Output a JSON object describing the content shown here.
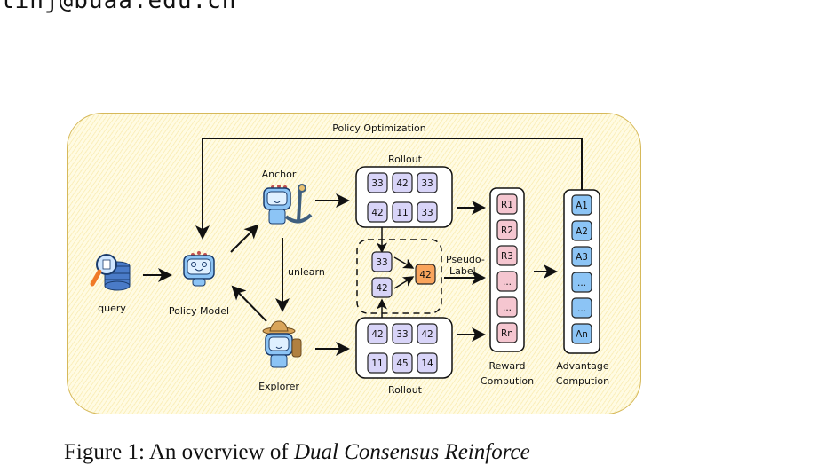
{
  "header": {
    "email_fragment": "linj@buaa.edu.cn"
  },
  "figure": {
    "top_label": "Policy Optimization",
    "query_label": "query",
    "policy_label": "Policy Model",
    "anchor_label": "Anchor",
    "explorer_label": "Explorer",
    "unlearn_label": "unlearn",
    "rollout_top_label": "Rollout",
    "rollout_bottom_label": "Rollout",
    "rollout_top": [
      "33",
      "42",
      "33",
      "42",
      "11",
      "33"
    ],
    "rollout_bottom": [
      "42",
      "33",
      "42",
      "11",
      "45",
      "14"
    ],
    "consensus_inputs": [
      "33",
      "42"
    ],
    "consensus_output": "42",
    "pseudo_label_line1": "Pseudo-",
    "pseudo_label_line2": "Label",
    "rewards": [
      "R1",
      "R2",
      "R3",
      "...",
      "...",
      "Rn"
    ],
    "advantages": [
      "A1",
      "A2",
      "A3",
      "...",
      "...",
      "An"
    ],
    "reward_label_line1": "Reward",
    "reward_label_line2": "Compution",
    "advantage_label_line1": "Advantage",
    "advantage_label_line2": "Compution",
    "colors": {
      "rollout_cell": "#d8d4f8",
      "consensus_cell": "#f9a45c",
      "reward_cell": "#f5c6d0",
      "advantage_cell": "#8cc4f5",
      "panel_bg": "#fffbe3",
      "panel_border": "#d6b95a"
    }
  },
  "caption": {
    "prefix": "Figure 1: An overview of ",
    "italic": "Dual Consensus Reinforce"
  }
}
